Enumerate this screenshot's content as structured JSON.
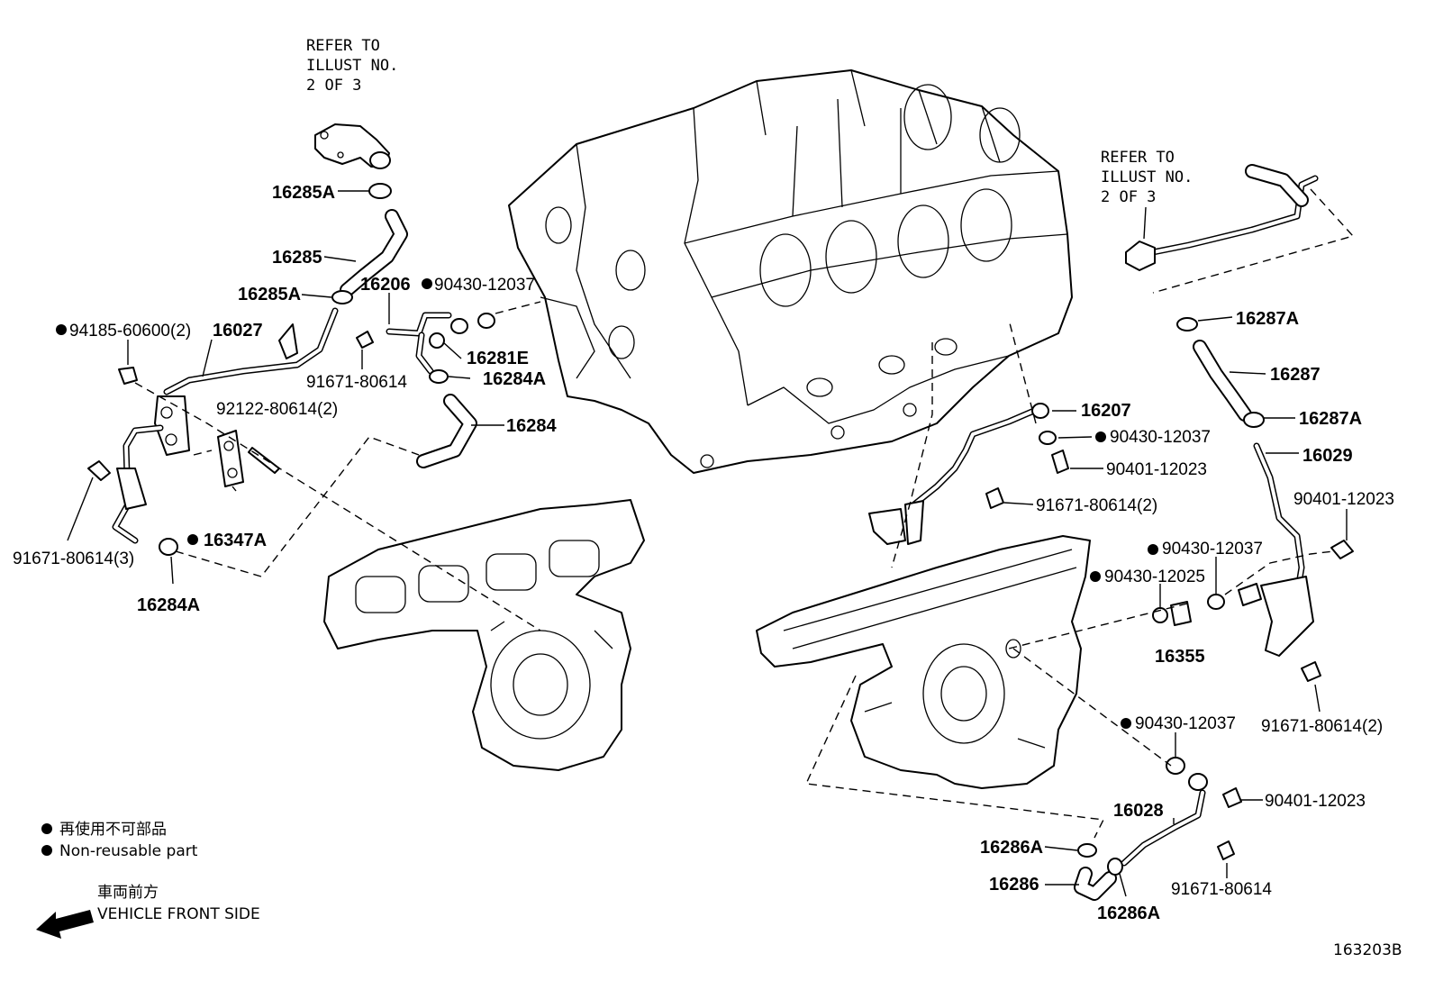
{
  "refer_left": [
    "REFER TO",
    "ILLUST NO.",
    "2 OF 3"
  ],
  "refer_right": [
    "REFER TO",
    "ILLUST NO.",
    "2 OF 3"
  ],
  "labels": {
    "p16285A_top": "16285A",
    "p16285": "16285",
    "p16285A_mid": "16285A",
    "p16206": "16206",
    "p90430_12037_a": "90430-12037",
    "p94185": "94185-60600(2)",
    "p16027": "16027",
    "p16281E": "16281E",
    "p91671_80614_a": "91671-80614",
    "p16284A_top": "16284A",
    "p92122": "92122-80614(2)",
    "p16284": "16284",
    "p91671_80614_3": "91671-80614(3)",
    "p16347A": "16347A",
    "p16284A_bot": "16284A",
    "p16287A_top": "16287A",
    "p16287": "16287",
    "p16287A_mid": "16287A",
    "p16207": "16207",
    "p90430_12037_b": "90430-12037",
    "p16029": "16029",
    "p90401_12023_a": "90401-12023",
    "p91671_80614_2a": "91671-80614(2)",
    "p90401_12023_b": "90401-12023",
    "p90430_12037_c": "90430-12037",
    "p90430_12025": "90430-12025",
    "p16355": "16355",
    "p91671_80614_2b": "91671-80614(2)",
    "p90430_12037_d": "90430-12037",
    "p90401_12023_c": "90401-12023",
    "p16028": "16028",
    "p16286A_top": "16286A",
    "p16286": "16286",
    "p91671_80614_b": "91671-80614",
    "p16286A_bot": "16286A"
  },
  "legend": {
    "jp": "再使用不可部品",
    "en": "Non-reusable part"
  },
  "front": {
    "jp": "車両前方",
    "en": "VEHICLE FRONT SIDE"
  },
  "diagram_id": "163203B"
}
